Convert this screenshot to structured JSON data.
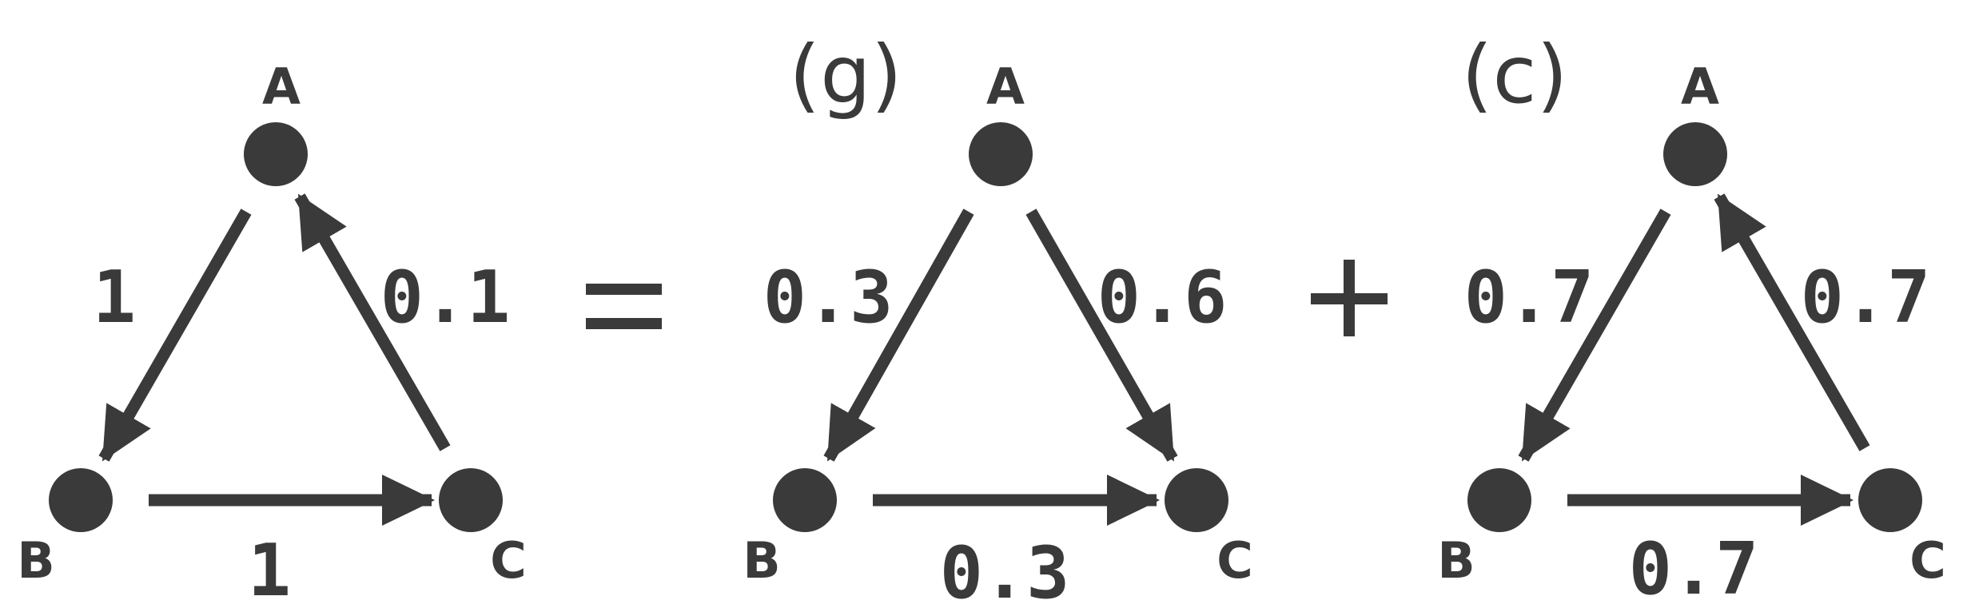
{
  "colors": {
    "ink": "#3a3a3a",
    "background": "#ffffff"
  },
  "operators": {
    "equals": "=",
    "plus": "+"
  },
  "graphs": [
    {
      "id": "total",
      "panel_label": "",
      "nodes": {
        "A": "A",
        "B": "B",
        "C": "C"
      },
      "edges": [
        {
          "from": "A",
          "to": "B",
          "weight": "1"
        },
        {
          "from": "C",
          "to": "A",
          "weight": "0.1"
        },
        {
          "from": "B",
          "to": "C",
          "weight": "1"
        }
      ]
    },
    {
      "id": "g",
      "panel_label": "(g)",
      "nodes": {
        "A": "A",
        "B": "B",
        "C": "C"
      },
      "edges": [
        {
          "from": "A",
          "to": "B",
          "weight": "0.3"
        },
        {
          "from": "A",
          "to": "C",
          "weight": "0.6"
        },
        {
          "from": "B",
          "to": "C",
          "weight": "0.3"
        }
      ]
    },
    {
      "id": "c",
      "panel_label": "(c)",
      "nodes": {
        "A": "A",
        "B": "B",
        "C": "C"
      },
      "edges": [
        {
          "from": "A",
          "to": "B",
          "weight": "0.7"
        },
        {
          "from": "C",
          "to": "A",
          "weight": "0.7"
        },
        {
          "from": "B",
          "to": "C",
          "weight": "0.7"
        }
      ]
    }
  ]
}
